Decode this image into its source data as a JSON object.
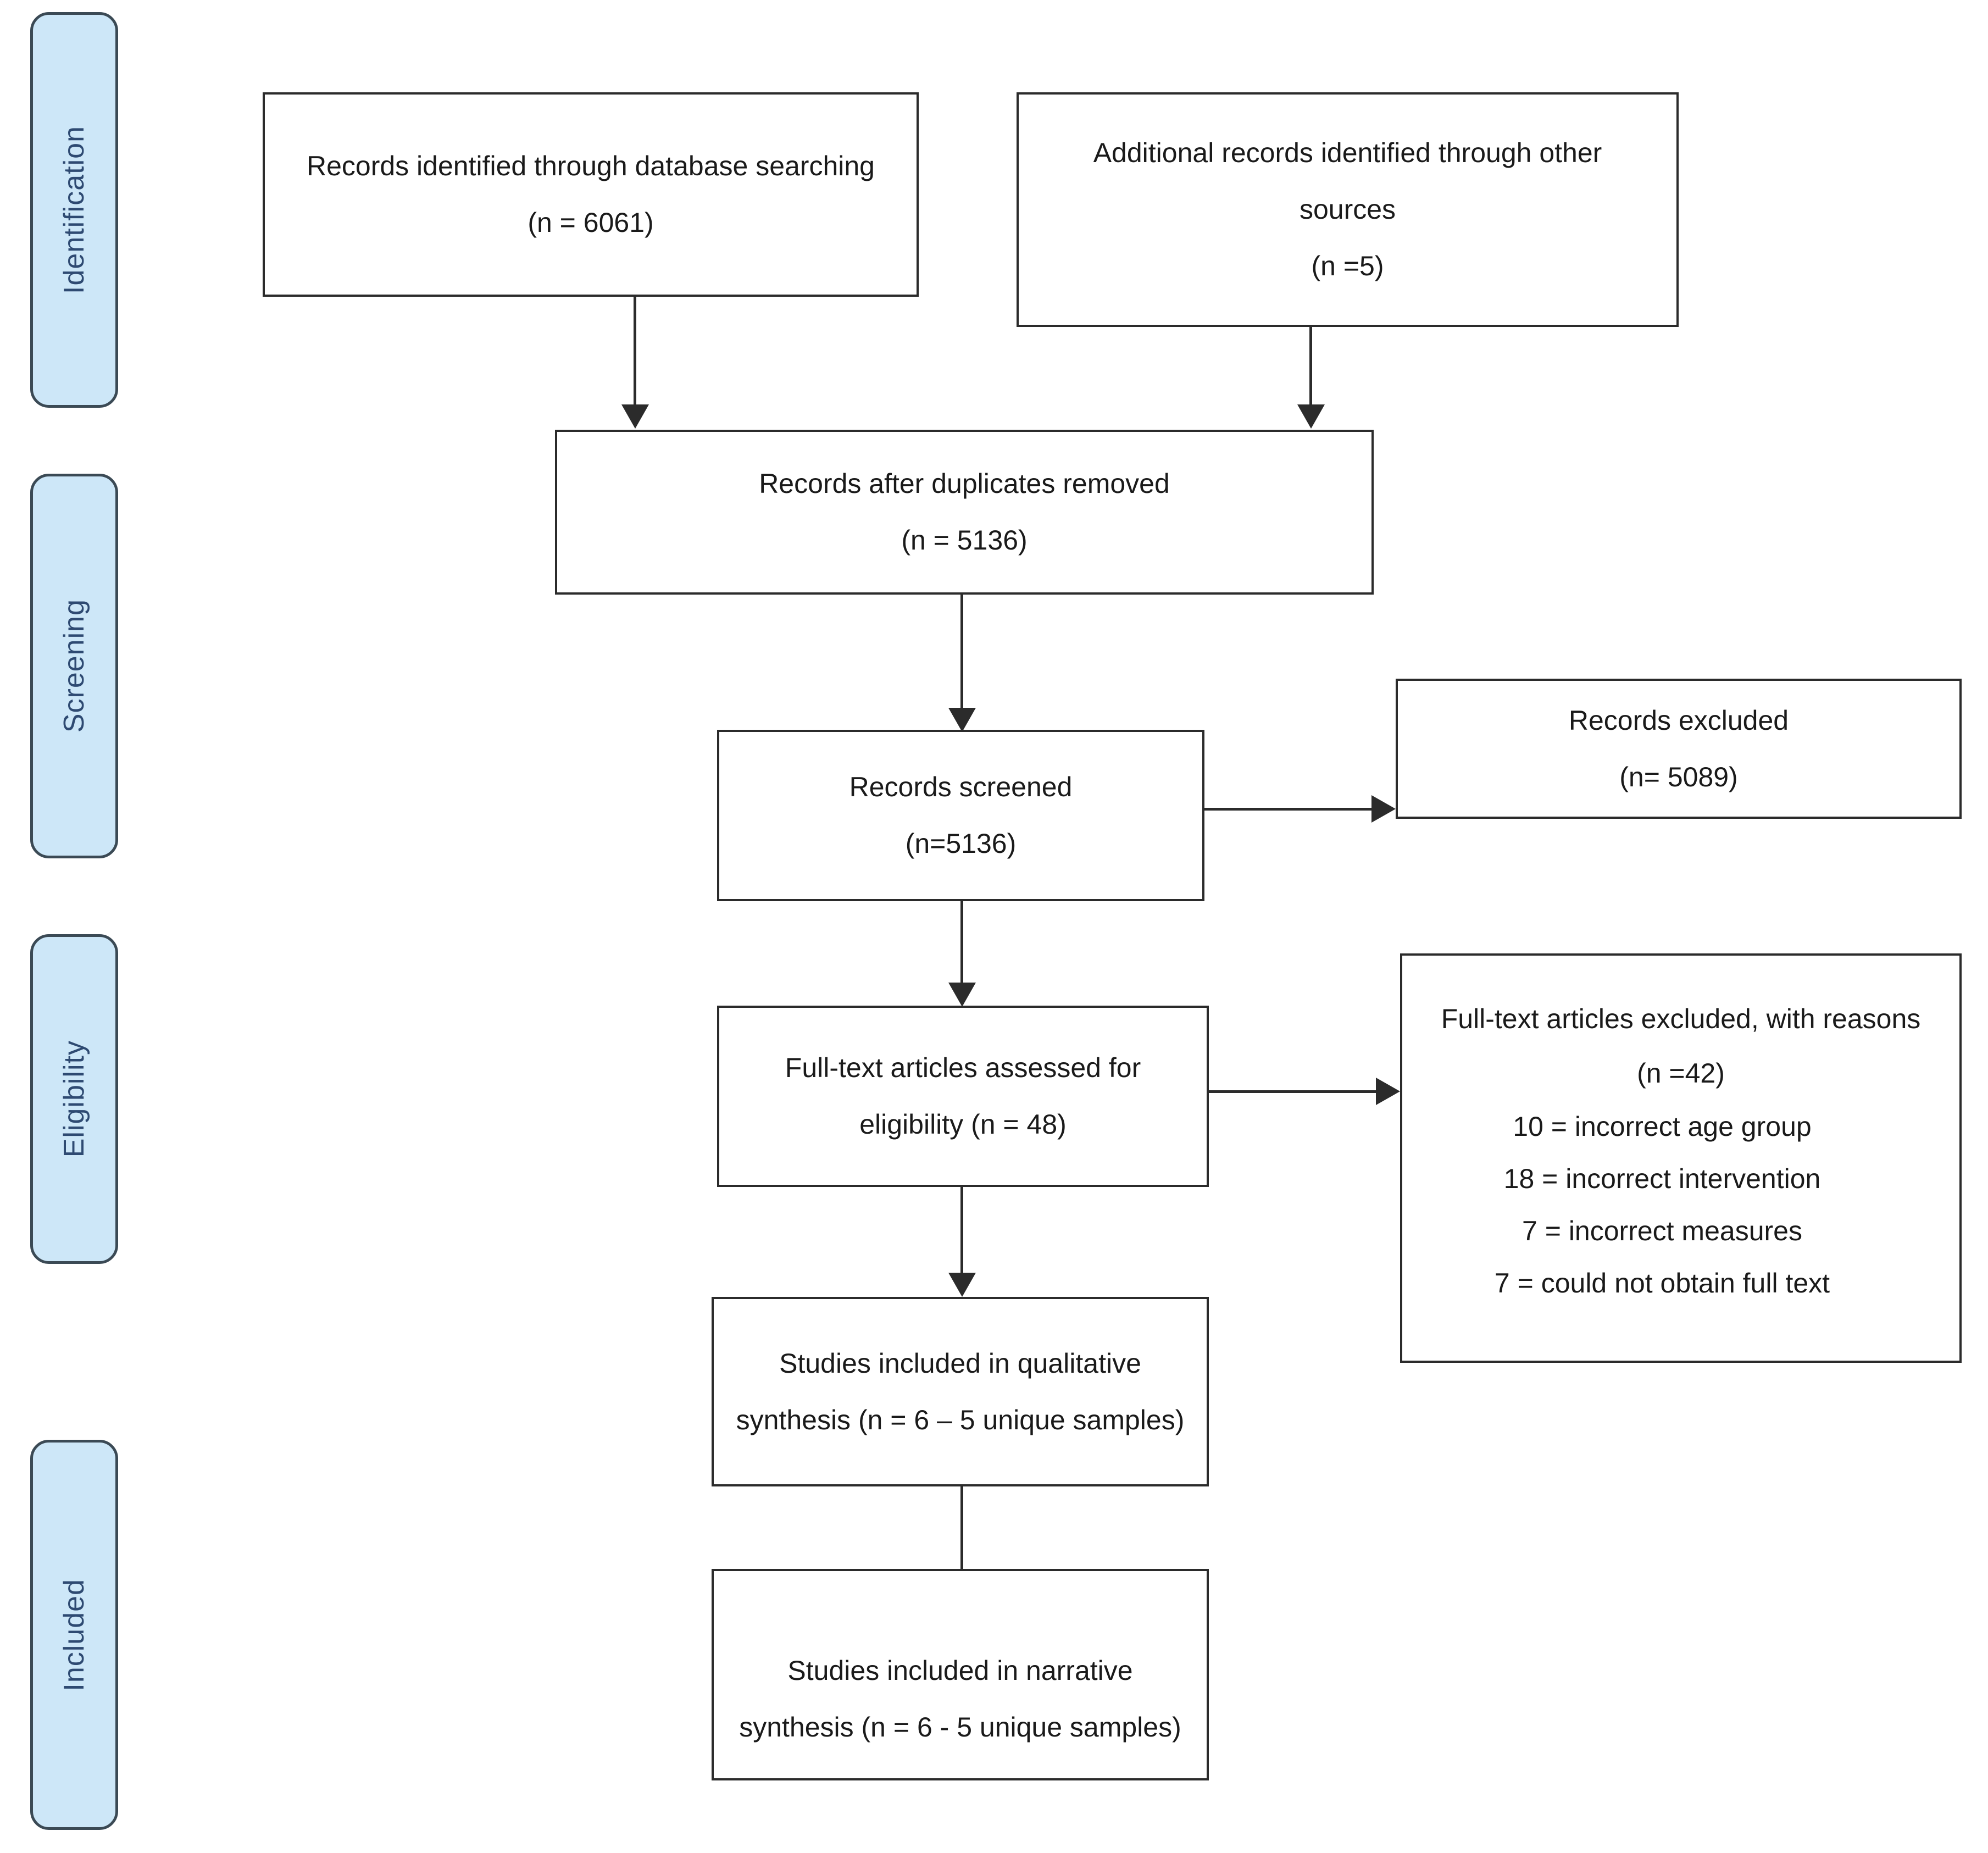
{
  "diagram": {
    "type": "prisma-flow-diagram",
    "stages": [
      {
        "id": "identification",
        "label": "Identification"
      },
      {
        "id": "screening",
        "label": "Screening"
      },
      {
        "id": "eligibility",
        "label": "Eligibility"
      },
      {
        "id": "included",
        "label": "Included"
      }
    ],
    "boxes": {
      "database_search": {
        "line1": "Records identified through database searching",
        "line2": "(n = 6061)"
      },
      "other_sources": {
        "line1": "Additional records identified through other",
        "line2": "sources",
        "line3": "(n =5)"
      },
      "duplicates_removed": {
        "line1": "Records after duplicates removed",
        "line2": "(n = 5136)"
      },
      "records_screened": {
        "line1": "Records screened",
        "line2": "(n=5136)"
      },
      "records_excluded": {
        "line1": "Records excluded",
        "line2": "(n= 5089)"
      },
      "fulltext_assessed": {
        "line1": "Full-text articles assessed for",
        "line2": "eligibility (n = 48)"
      },
      "fulltext_excluded": {
        "line1": "Full-text articles excluded, with reasons",
        "line2": "(n =42)",
        "reason1": "10 = incorrect age group",
        "reason2": "18 = incorrect intervention",
        "reason3": "7 = incorrect measures",
        "reason4": "7 = could not obtain full text"
      },
      "qualitative_synthesis": {
        "line1": "Studies included in qualitative",
        "line2": "synthesis (n = 6 – 5 unique samples)"
      },
      "narrative_synthesis": {
        "line1": "Studies included in narrative",
        "line2": "synthesis (n = 6 - 5 unique samples)"
      }
    },
    "colors": {
      "stage_fill": "#cde7f8",
      "stage_border": "#3b4a55",
      "stage_text": "#2e4a72",
      "box_border": "#2b2b2b",
      "connector": "#2b2b2b",
      "background": "#ffffff"
    }
  }
}
